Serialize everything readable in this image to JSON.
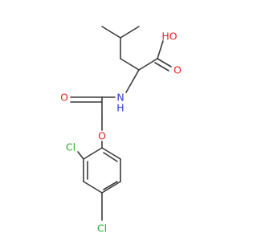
{
  "molecule": {
    "labels": {
      "oh": "HO",
      "carbonyl_o_acid": "O",
      "nh": "N",
      "nh_h": "H",
      "carbonyl_o_amide": "O",
      "ether_o": "O",
      "cl_ortho": "Cl",
      "cl_para": "Cl"
    },
    "colors": {
      "bond": "#3a3a3a",
      "oxygen": "#e8231c",
      "nitrogen": "#2b3cd6",
      "chlorine": "#27b024"
    }
  }
}
